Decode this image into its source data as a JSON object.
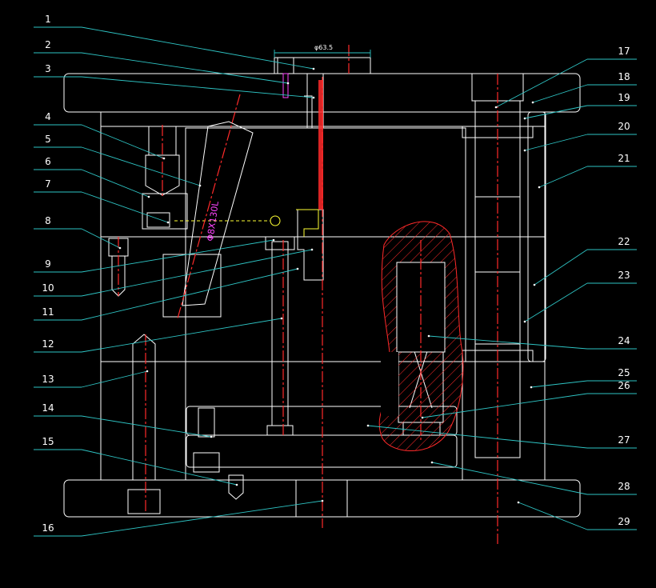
{
  "drawing": {
    "dimension_label": "φ63.5",
    "diameter_label": "Φ8X130L",
    "part_numbers": [
      "1",
      "2",
      "3",
      "4",
      "5",
      "6",
      "7",
      "8",
      "9",
      "10",
      "11",
      "12",
      "13",
      "14",
      "15",
      "16",
      "17",
      "18",
      "19",
      "20",
      "21",
      "22",
      "23",
      "24",
      "25",
      "26",
      "27",
      "28",
      "29"
    ]
  },
  "colors": {
    "background": "#000000",
    "outline": "#ffffff",
    "leader": "#2ec4c4",
    "centerline": "#ff2a2a",
    "cavity": "#ffff33",
    "cooling": "#ff44ff"
  }
}
